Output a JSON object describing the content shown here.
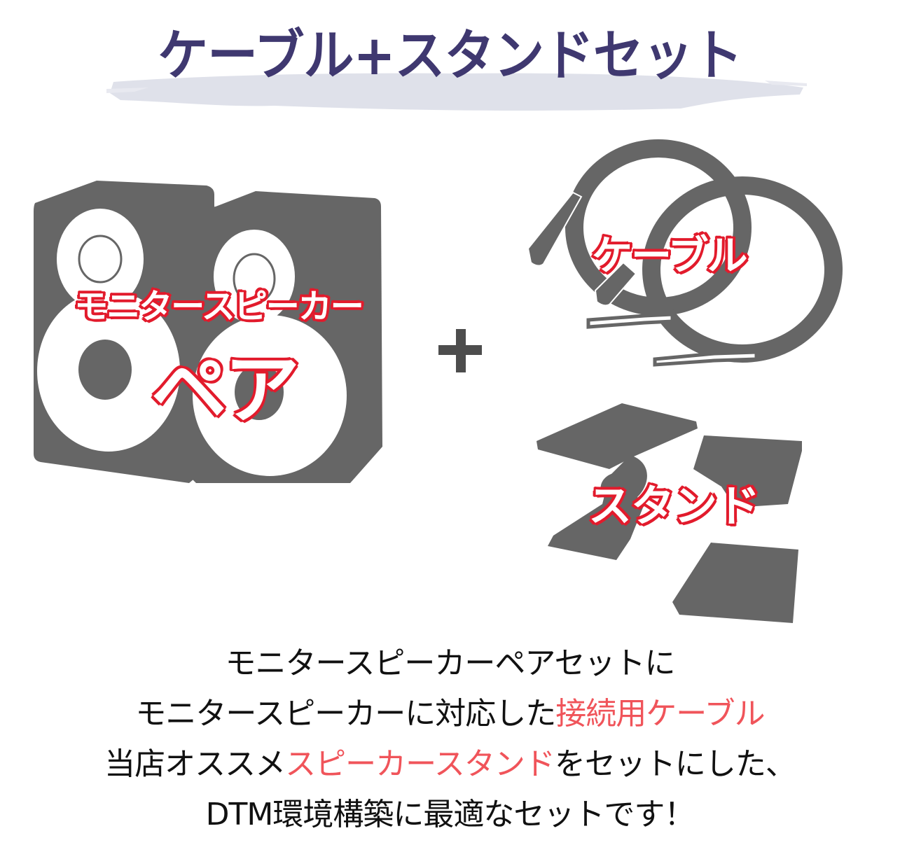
{
  "title": {
    "text": "ケーブル+スタンドセット",
    "color": "#3f3870",
    "brush_color": "#dfe1ea"
  },
  "illustration": {
    "speakers": {
      "label_line1": "モニタースピーカー",
      "label_line2": "ペア",
      "icon": "speaker-pair-icon"
    },
    "plus_sign": "+",
    "cable": {
      "label": "ケーブル",
      "icon": "cable-icon"
    },
    "stand": {
      "label": "スタンド",
      "icon": "speaker-stand-icon"
    },
    "silhouette_color": "#666666",
    "label_outline_color": "#e21b2c"
  },
  "description": {
    "lines": [
      {
        "parts": [
          {
            "text": "モニタースピーカーペアセットに",
            "accent": false
          }
        ]
      },
      {
        "parts": [
          {
            "text": "モニタースピーカーに対応した",
            "accent": false
          },
          {
            "text": "接続用ケーブル",
            "accent": true
          }
        ]
      },
      {
        "parts": [
          {
            "text": "当店オススメ",
            "accent": false
          },
          {
            "text": "スピーカースタンド",
            "accent": true
          },
          {
            "text": "をセットにした、",
            "accent": false
          }
        ]
      },
      {
        "parts": [
          {
            "text": "DTM環境構築に最適なセットです！",
            "accent": false
          }
        ]
      }
    ],
    "accent_color": "#f0545a",
    "text_color": "#111111"
  }
}
